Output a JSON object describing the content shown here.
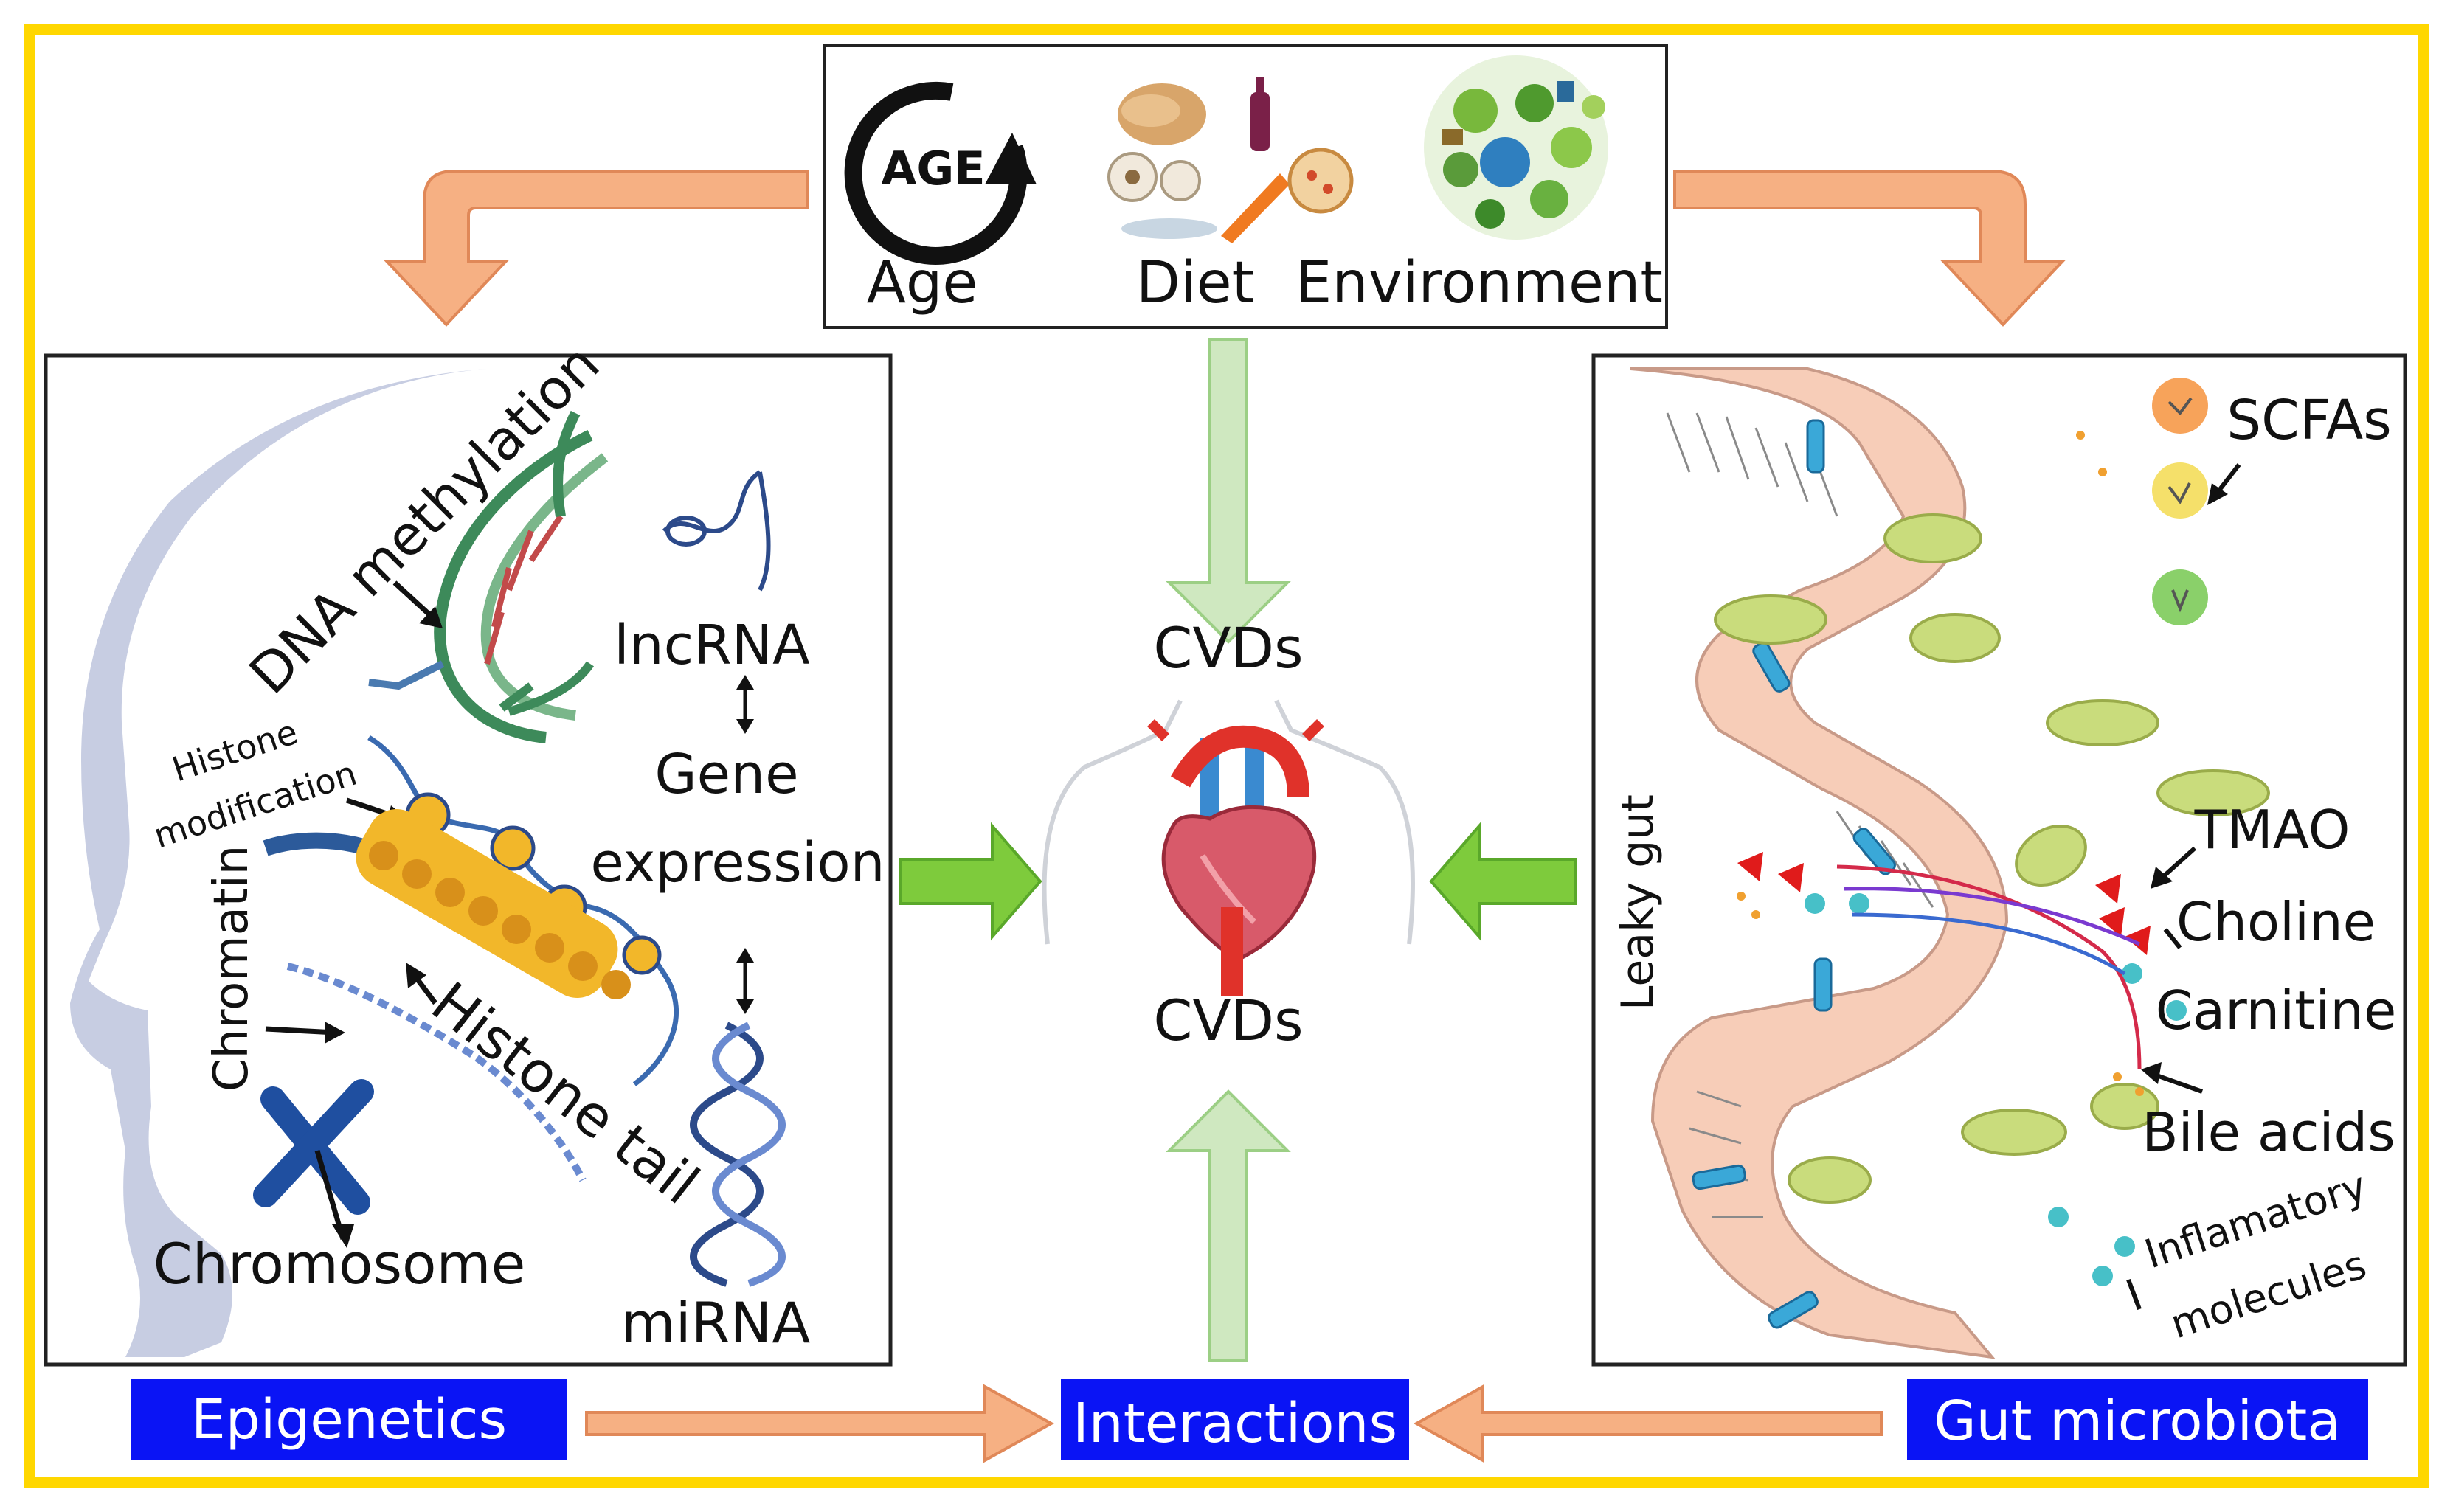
{
  "factors": {
    "age_badge": "AGE",
    "age": "Age",
    "diet": "Diet",
    "environment": "Environment"
  },
  "center": {
    "cvds_top": "CVDs",
    "cvds_bottom": "CVDs"
  },
  "epigenetics_panel": {
    "dna_methylation": "DNA methylation",
    "histone_modification_line1": "Histone",
    "histone_modification_line2": "modification",
    "chromatin": "Chromatin",
    "histone_tail": "Histone tail",
    "chromosome": "Chromosome",
    "lncrna": "lncRNA",
    "gene_expression_line1": "Gene",
    "gene_expression_line2": "expression",
    "mirna": "miRNA"
  },
  "gut_panel": {
    "scfas": "SCFAs",
    "leaky_gut": "Leaky gut",
    "tmao": "TMAO",
    "choline": "Choline",
    "carnitine": "Carnitine",
    "bile_acids": "Bile acids",
    "inflammatory_line1": "Inflamatory",
    "inflammatory_line2": "molecules"
  },
  "bottom_labels": {
    "epigenetics": "Epigenetics",
    "interactions": "Interactions",
    "gut_microbiota": "Gut microbiota"
  },
  "colors": {
    "frame": "#ffd700",
    "label_bg": "#0a14f5",
    "label_text": "#ffffff",
    "orange_arrow": "#f6b083",
    "orange_arrow_stroke": "#e08858",
    "green_arrow": "#7ecb3c",
    "light_green_arrow": "#cfe8c0",
    "gut_tissue": "#f7cdb8",
    "bacteria": "#c9dc7c",
    "red_marker": "#e01b1b"
  }
}
